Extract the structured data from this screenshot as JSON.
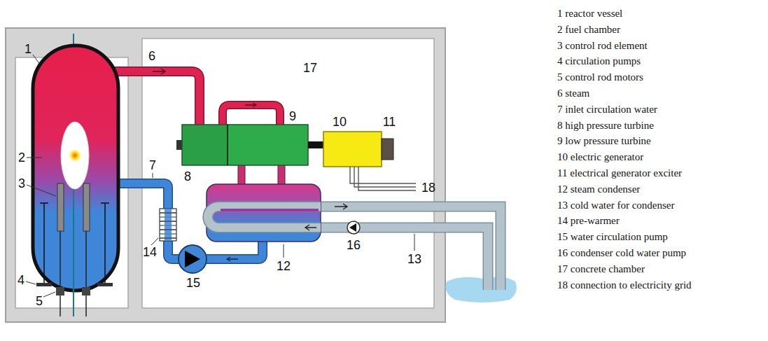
{
  "diagram": {
    "labels": [
      "1",
      "2",
      "3",
      "4",
      "5",
      "6",
      "7",
      "8",
      "9",
      "10",
      "11",
      "12",
      "13",
      "14",
      "15",
      "16",
      "17",
      "18",
      "1 reactor vessel",
      "2 fuel chamber",
      "3 control rod element",
      "4 circulation pumps",
      "5 control rod motors",
      "6 steam",
      "7 inlet circulation water",
      "8 high pressure turbine",
      "9 low pressure turbine",
      "10 electric generator",
      "11 electrical generator exciter",
      "12 steam condenser",
      "13 cold water for condenser",
      "14 pre-warmer",
      "15 water circulation pump",
      "16 condenser cold water pump",
      "17 concrete chamber",
      "18 connection to electricity grid"
    ]
  }
}
